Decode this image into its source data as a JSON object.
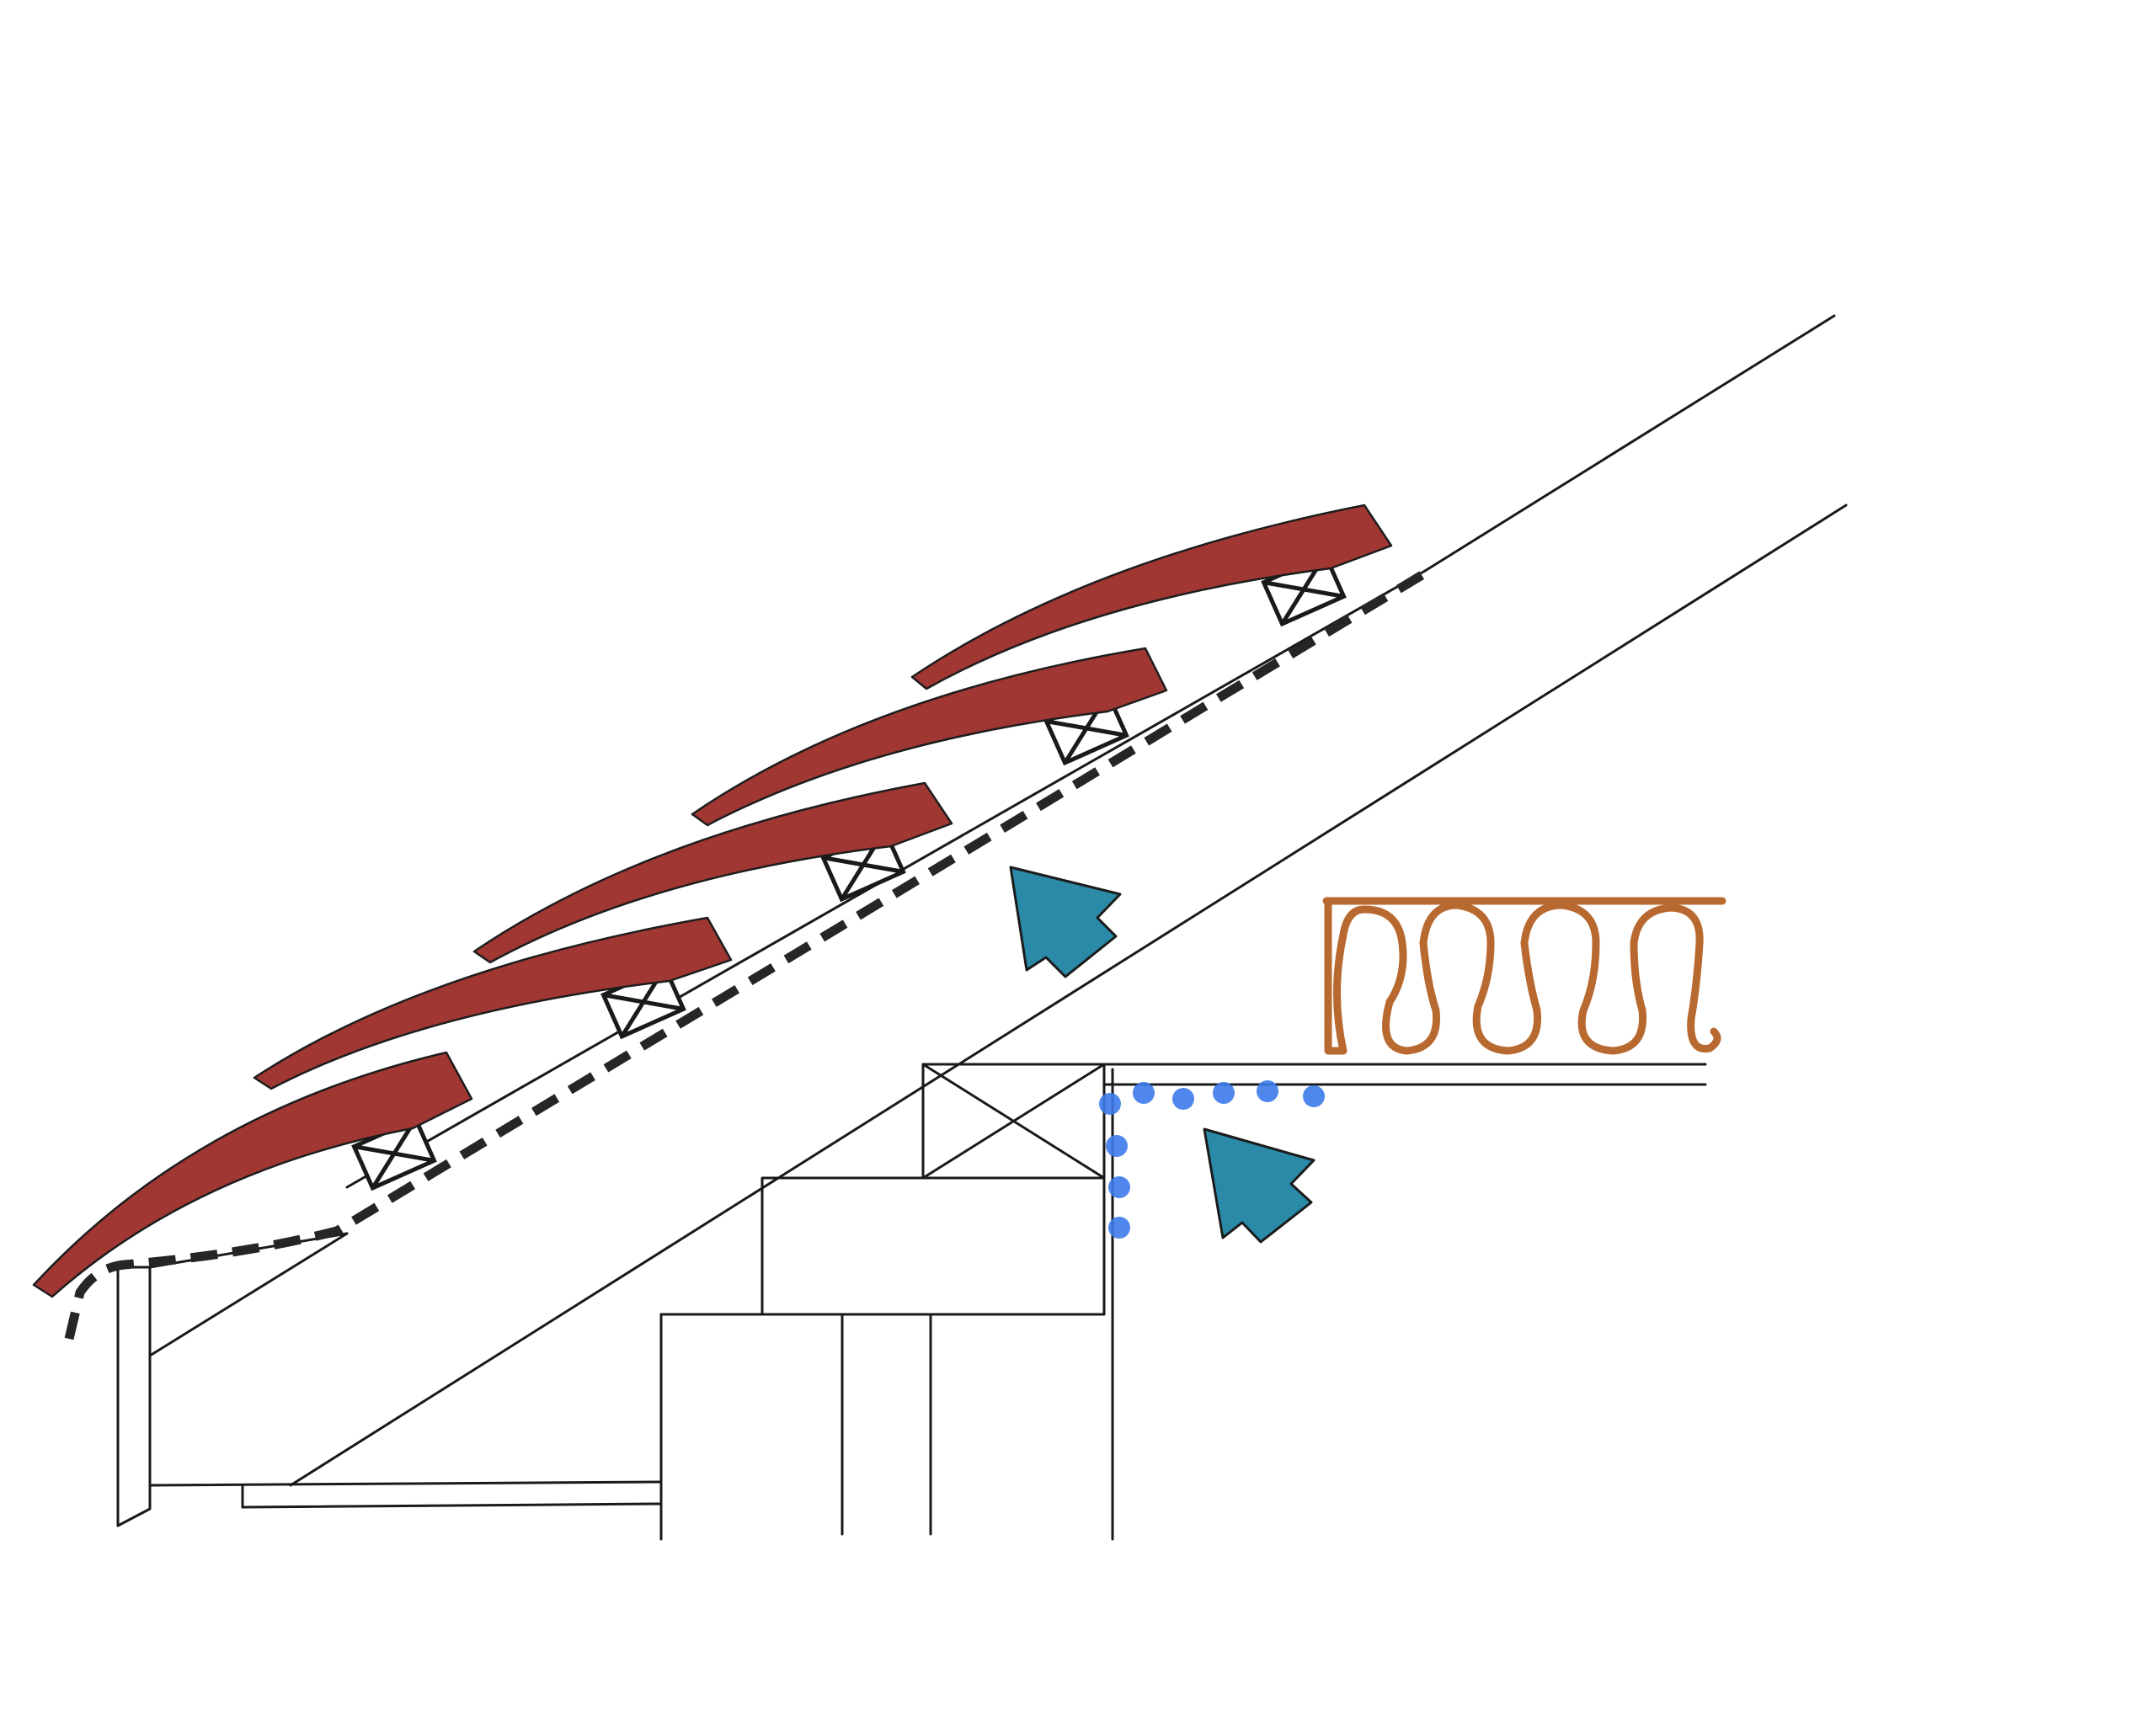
{
  "diagram": {
    "type": "roof-eaves-ventilation-cross-section",
    "colors": {
      "tile": "#a03733",
      "insulation": "#b8692f",
      "airflow_arrow": "#2a8aa8",
      "air_gap_dots": "#3c7bea",
      "line": "#1a1a1a",
      "background": "#ffffff"
    },
    "components": {
      "roof_tiles": {
        "count": 5,
        "icon": "curved-tile"
      },
      "battens": {
        "count": 5,
        "icon": "crossed-box"
      },
      "underlay_membrane": {
        "style": "dashed"
      },
      "insulation": {
        "style": "wavy-loops"
      },
      "airflow_arrows": {
        "count": 2,
        "direction": "up-right"
      },
      "ventilation_gap": {
        "style": "dotted"
      },
      "wall_plate": {
        "icon": "crossed-box"
      }
    }
  }
}
